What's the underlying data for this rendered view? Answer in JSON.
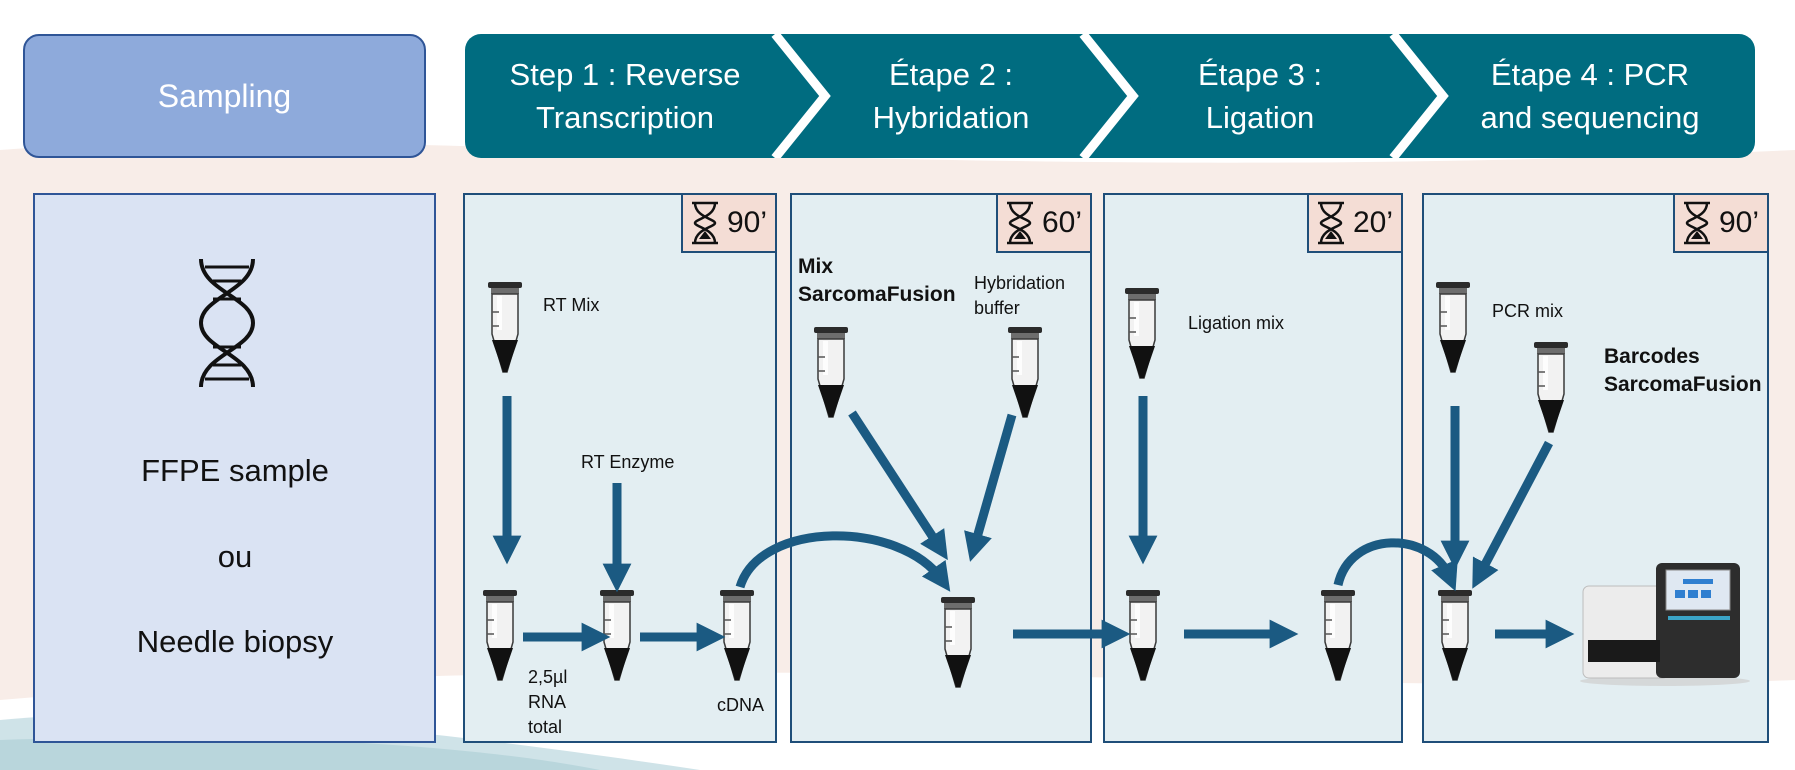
{
  "header": {
    "sampling": "Sampling",
    "steps": [
      "Step 1 : Reverse\nTranscription",
      "Étape 2 :\nHybridation",
      "Étape 3 :\nLigation",
      "Étape 4 : PCR\nand sequencing"
    ]
  },
  "sampling_panel": {
    "icon": "dna-helix-icon",
    "lines": [
      "FFPE sample",
      "ou",
      "Needle biopsy"
    ]
  },
  "step1": {
    "timer": "90’",
    "rt_mix": "RT Mix",
    "rt_enzyme": "RT Enzyme",
    "rna_label": "2,5µl\nRNA\ntotal",
    "cdna": "cDNA"
  },
  "step2": {
    "timer": "60’",
    "mix_label": "Mix\nSarcomaFusion",
    "buffer_label": "Hybridation\nbuffer"
  },
  "step3": {
    "timer": "20’",
    "ligation_mix": "Ligation mix"
  },
  "step4": {
    "timer": "90’",
    "pcr_mix": "PCR mix",
    "barcodes_label": "Barcodes\nSarcomaFusion"
  },
  "colors": {
    "step_bar": "#006c80",
    "sampling_header": "#8eaadb",
    "arrow": "#1b5a82",
    "panel_bg": "#e3eef2",
    "timer_bg": "#f4ddd5"
  }
}
